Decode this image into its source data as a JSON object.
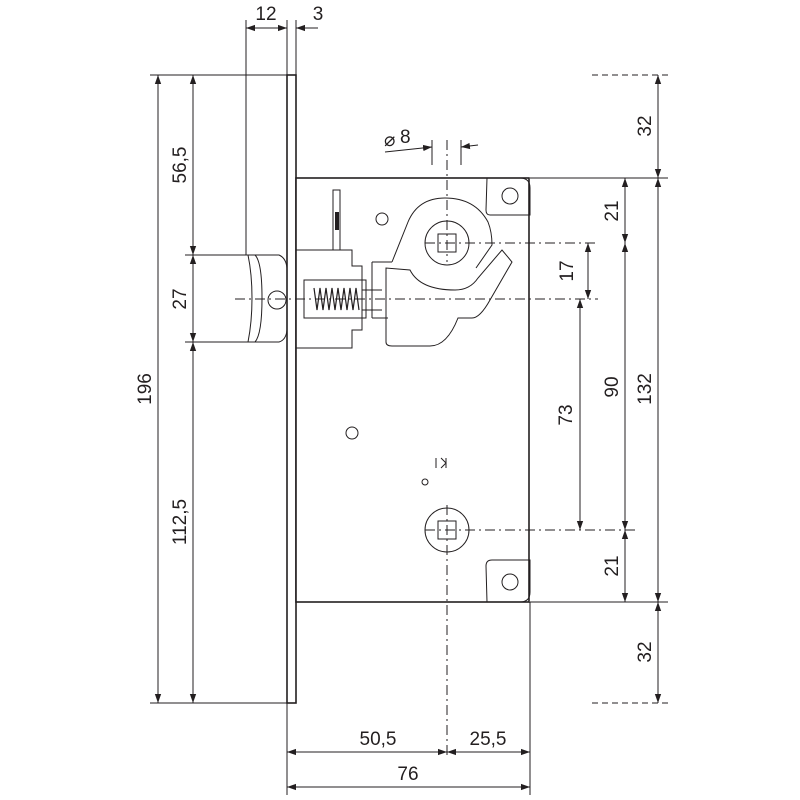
{
  "drawing": {
    "line_color": "#231f20",
    "background": "#ffffff",
    "dimensions": {
      "top_faceplate_thickness": "12",
      "top_plate_offset": "3",
      "hole_diameter": "8",
      "hole_diameter_symbol": "⌀",
      "left_to_latch_top": "56,5",
      "latch_height": "27",
      "latch_to_bottom": "112,5",
      "total_height": "196",
      "right_top_margin": "32",
      "upper_hole_offset": "21",
      "latch_below_spindle": "17",
      "spindle_to_lower": "73",
      "spindles_distance": "90",
      "body_height": "132",
      "lower_hole_offset": "21",
      "right_bottom_margin": "32",
      "backset": "50,5",
      "rear_offset": "25,5",
      "body_depth": "76"
    }
  }
}
